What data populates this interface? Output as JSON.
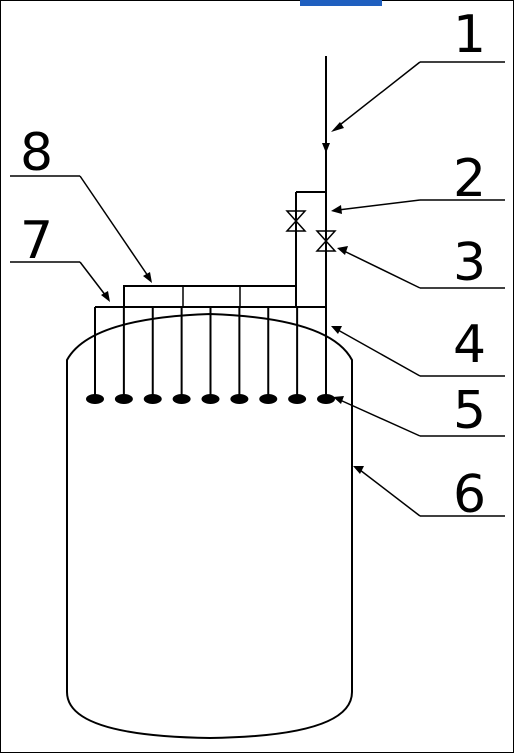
{
  "diagram": {
    "labels": [
      {
        "id": "1",
        "text": "1"
      },
      {
        "id": "2",
        "text": "2"
      },
      {
        "id": "3",
        "text": "3"
      },
      {
        "id": "4",
        "text": "4"
      },
      {
        "id": "5",
        "text": "5"
      },
      {
        "id": "6",
        "text": "6"
      },
      {
        "id": "7",
        "text": "7"
      },
      {
        "id": "8",
        "text": "8"
      }
    ],
    "nozzle_count": 9,
    "colors": {
      "line": "#000000",
      "background": "#ffffff",
      "top_bar": "#1f5fbf"
    }
  }
}
